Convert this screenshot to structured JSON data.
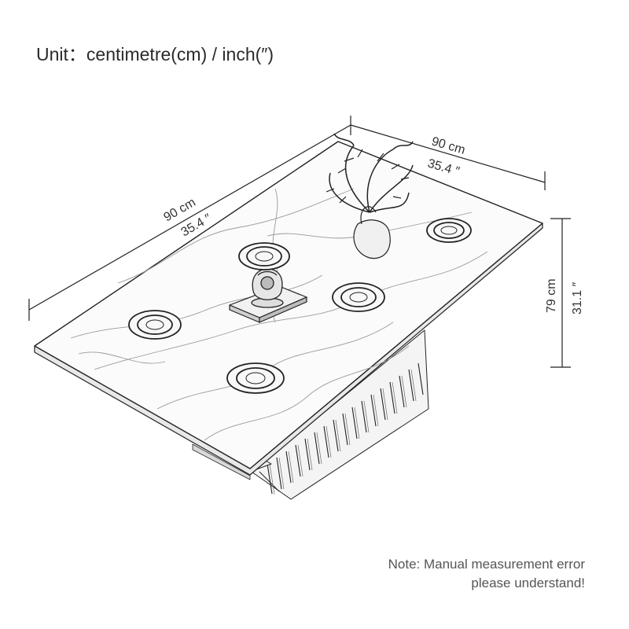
{
  "header": {
    "unit_title": "Unit：centimetre(cm) / inch(″)"
  },
  "dimensions": {
    "width_back": {
      "cm": "90 cm",
      "inch": "35.4 ″"
    },
    "length_left": {
      "cm": "90 cm",
      "inch": "35.4 ″"
    },
    "height_right": {
      "cm": "79 cm",
      "inch": "31.1 ″"
    }
  },
  "footer": {
    "note_line1": "Note: Manual measurement error",
    "note_line2": "please understand!"
  },
  "colors": {
    "line": "#222222",
    "marble_vein": "#9a9a9a",
    "background": "#ffffff"
  }
}
